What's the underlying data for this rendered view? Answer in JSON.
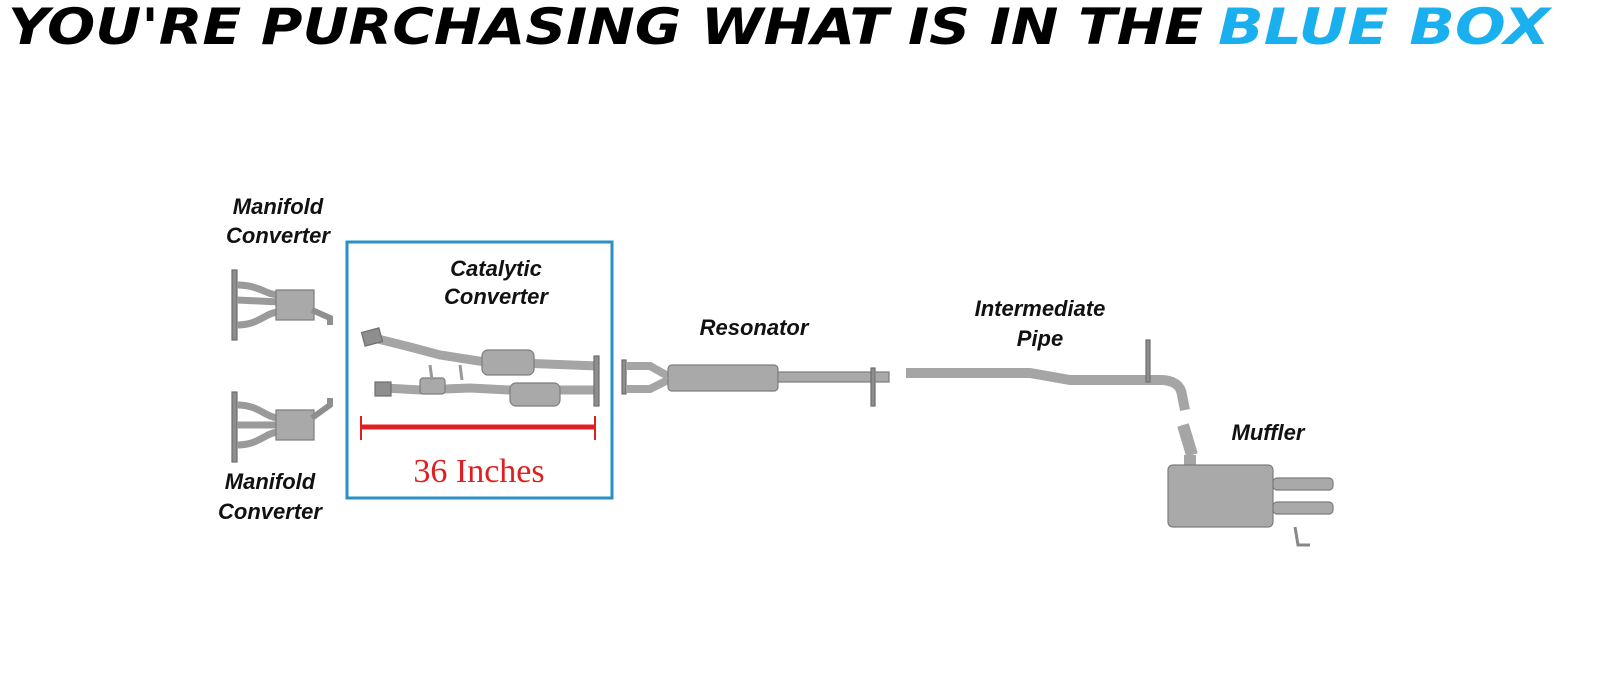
{
  "header": {
    "prefix": "YOU'RE PURCHASING WHAT IS IN THE",
    "highlight": "BLUE BOX"
  },
  "labels": {
    "manifold_top": [
      "Manifold",
      "Converter"
    ],
    "manifold_bottom": [
      "Manifold",
      "Converter"
    ],
    "catalytic": [
      "Catalytic",
      "Converter"
    ],
    "resonator": "Resonator",
    "intermediate": [
      "Intermediate",
      "Pipe"
    ],
    "muffler": "Muffler"
  },
  "measurement": "36 Inches",
  "colors": {
    "highlight": "#1ab0f0",
    "box": "#2a8fc6",
    "measure": "#e02020"
  }
}
